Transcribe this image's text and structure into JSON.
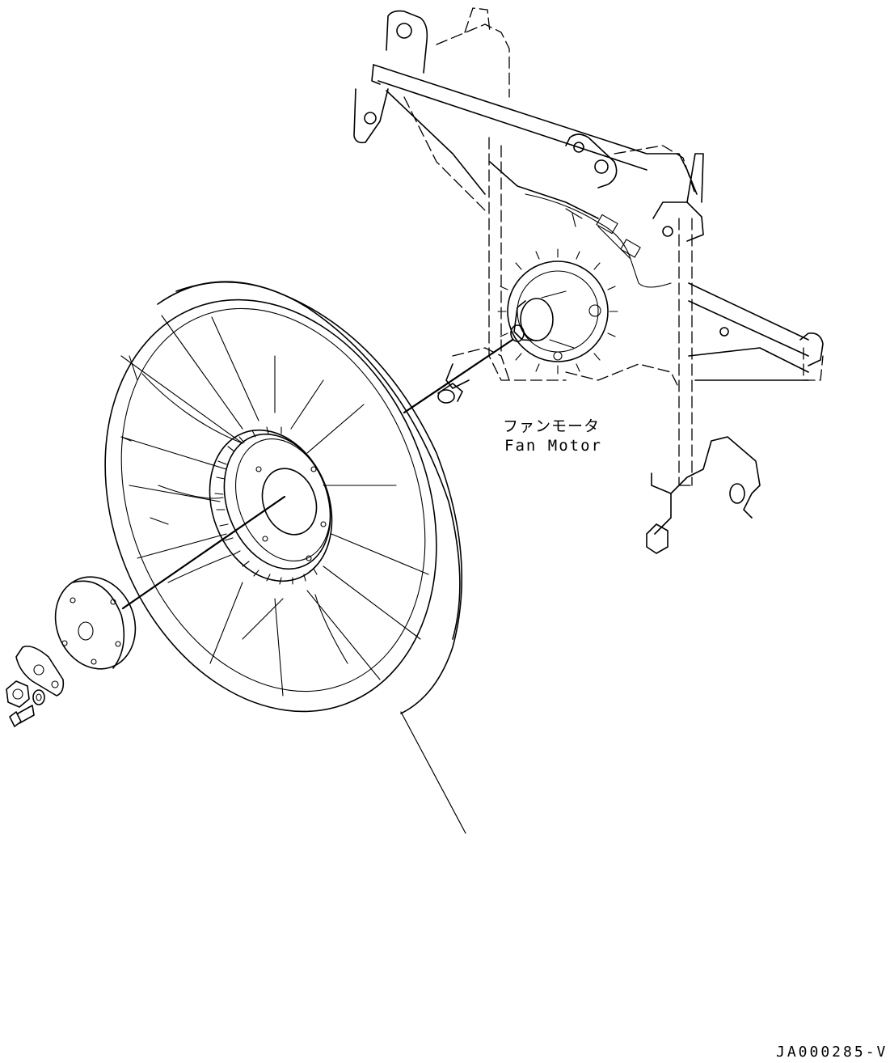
{
  "callout": {
    "japanese_label": "ファンモータ",
    "english_label": "Fan Motor"
  },
  "drawing_code": "JA000285-V",
  "components": {
    "frame": "frame-bracket",
    "motor": "fan-motor",
    "fan": "cooling-fan",
    "hub": "fan-hub-plate",
    "fasteners": [
      "washer-plate",
      "nut",
      "washer",
      "bolt"
    ]
  }
}
